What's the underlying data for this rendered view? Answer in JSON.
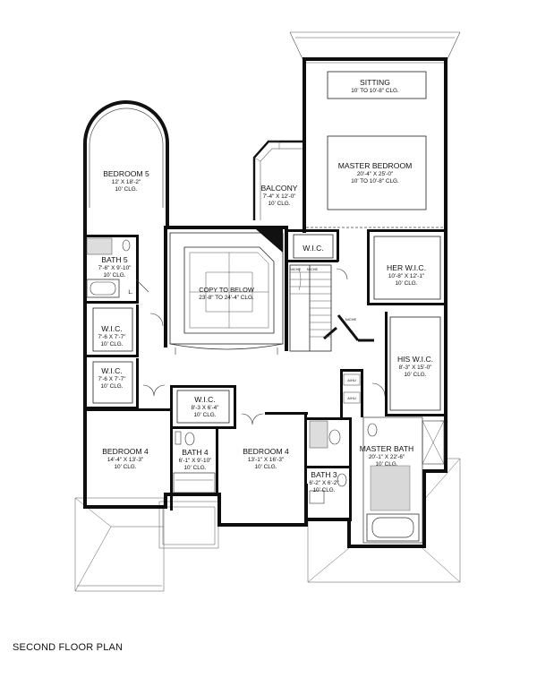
{
  "plan_title": "SECOND FLOOR PLAN",
  "rooms": [
    {
      "id": "sitting",
      "name": "SITTING",
      "dims": [
        "10' TO 10'-8\" CLG."
      ]
    },
    {
      "id": "master_bedroom",
      "name": "MASTER BEDROOM",
      "dims": [
        "20'-4\" X 25'-0\"",
        "10' TO 10'-8\" CLG."
      ]
    },
    {
      "id": "balcony",
      "name": "BALCONY",
      "dims": [
        "7'-4\" X 12'-0\"",
        "10' CLG."
      ]
    },
    {
      "id": "bedroom5",
      "name": "BEDROOM 5",
      "dims": [
        "12' X 18'-2\"",
        "10' CLG."
      ]
    },
    {
      "id": "bath5",
      "name": "BATH 5",
      "dims": [
        "7'-6\" X 9'-10\"",
        "10' CLG."
      ]
    },
    {
      "id": "copy_to_below",
      "name": "COPY TO BELOW",
      "dims": [
        "23'-8\" TO 24'-4\" CLG."
      ]
    },
    {
      "id": "wic_master",
      "name": "W.I.C.",
      "dims": []
    },
    {
      "id": "her_wic",
      "name": "HER W.I.C.",
      "dims": [
        "10'-8\" X 12'-1\"",
        "10' CLG."
      ]
    },
    {
      "id": "his_wic",
      "name": "HIS W.I.C.",
      "dims": [
        "8'-3\" X 15'-0\"",
        "10' CLG."
      ]
    },
    {
      "id": "wic_b5_1",
      "name": "W.I.C.",
      "dims": [
        "7'-6 X 7'-7\"",
        "10' CLG."
      ]
    },
    {
      "id": "wic_b5_2",
      "name": "W.I.C.",
      "dims": [
        "7'-6 X 7'-7\"",
        "10' CLG."
      ]
    },
    {
      "id": "wic_b4",
      "name": "W.I.C.",
      "dims": [
        "8'-3 X 6'-4\"",
        "10' CLG."
      ]
    },
    {
      "id": "bedroom4_left",
      "name": "BEDROOM 4",
      "dims": [
        "14'-4\" X 13'-3\"",
        "10' CLG."
      ]
    },
    {
      "id": "bath4",
      "name": "BATH 4",
      "dims": [
        "6'-1\" X 9'-10\"",
        "10' CLG."
      ]
    },
    {
      "id": "bedroom4_mid",
      "name": "BEDROOM 4",
      "dims": [
        "13'-1\" X 16'-3\"",
        "10' CLG."
      ]
    },
    {
      "id": "bath3",
      "name": "BATH 3",
      "dims": [
        "6'-2\" X 6'-2\"",
        "10' CLG."
      ]
    },
    {
      "id": "master_bath",
      "name": "MASTER BATH",
      "dims": [
        "20'-1\" X 22'-6\"",
        "10' CLG."
      ]
    }
  ],
  "small_labels": {
    "linen": "L.",
    "niche_a": "NICHE",
    "niche_b": "NICHE",
    "niche_c": "NICHE",
    "niche_d": "NICHE",
    "ahu_1": "A/HU",
    "ahu_2": "A/HU"
  }
}
